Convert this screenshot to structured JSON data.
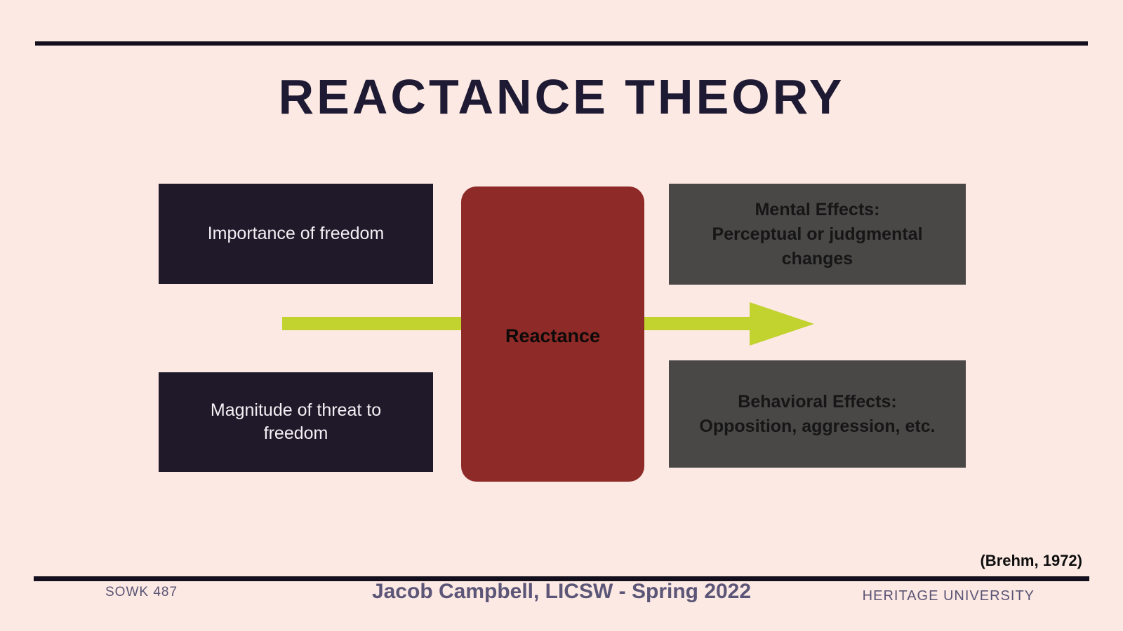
{
  "slide": {
    "title": "REACTANCE THEORY",
    "citation": "(Brehm, 1972)",
    "diagram": {
      "inputs": [
        {
          "label": "Importance of freedom"
        },
        {
          "label": "Magnitude of threat to freedom"
        }
      ],
      "process": {
        "label": "Reactance"
      },
      "arrow": {
        "direction": "right"
      },
      "outputs": [
        {
          "title": "Mental Effects:",
          "desc": "Perceptual or judgmental changes"
        },
        {
          "title": "Behavioral Effects:",
          "desc": "Opposition, aggression, etc."
        }
      ]
    },
    "footer": {
      "left": "SOWK 487",
      "center": "Jacob Campbell, LICSW - Spring 2022",
      "right": "HERITAGE UNIVERSITY"
    },
    "colors": {
      "background": "#fce9e3",
      "rule": "#140f1d",
      "title_ink": "#1e1a33",
      "navy_box": "#1f192a",
      "navy_box_text": "#f3eff3",
      "red_box": "#8e2a27",
      "red_box_text": "#0d0a0a",
      "gray_box": "#4a4747",
      "gray_box_text": "#161616",
      "arrow": "#c2d22f",
      "footer_ink": "#5a5475",
      "footer_center_ink": "#5b5577"
    }
  }
}
